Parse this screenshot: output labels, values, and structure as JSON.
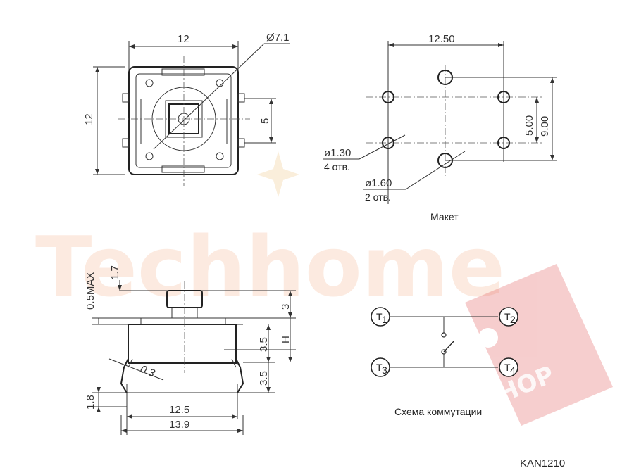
{
  "top_view": {
    "width_label": "12",
    "height_label": "12",
    "diameter_label": "Ø7,1",
    "pin_spacing_label": "5"
  },
  "layout_view": {
    "width_label": "12.50",
    "spacing_label": "5.00",
    "height_label": "9.00",
    "hole_small_label": "ø1.30",
    "hole_small_count": "4 отв.",
    "hole_large_label": "ø1.60",
    "hole_large_count": "2 отв.",
    "caption": "Макет"
  },
  "side_view": {
    "cap_height_label": "1.7",
    "max_label": "0.5MAX",
    "cap_label": "3",
    "body_label": "3.5",
    "h_label": "H",
    "leg_label": "3.5",
    "thickness_label": "0.3",
    "pin_label": "1.8",
    "inner_width_label": "12.5",
    "outer_width_label": "13.9"
  },
  "schematic": {
    "t1": "T",
    "t1_sub": "1",
    "t2": "T",
    "t2_sub": "2",
    "t3": "T",
    "t3_sub": "3",
    "t4": "T",
    "t4_sub": "4",
    "caption": "Схема коммутации"
  },
  "watermark": {
    "brand": "Techhome",
    "shop": "SHOP",
    "brand_color": "#f2a27a",
    "shop_color": "#e05050"
  },
  "part_number": "KAN1210"
}
